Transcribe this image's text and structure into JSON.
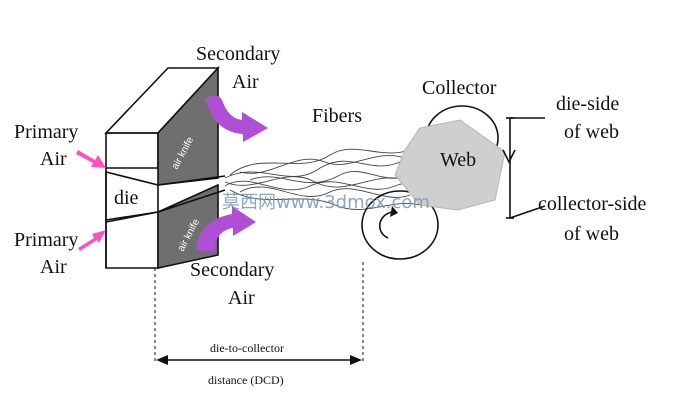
{
  "labels": {
    "secondary_air_top_1": "Secondary",
    "secondary_air_top_2": "Air",
    "primary_air_top_1": "Primary",
    "primary_air_top_2": "Air",
    "primary_air_bottom_1": "Primary",
    "primary_air_bottom_2": "Air",
    "die": "die",
    "air_knife_top": "air knife",
    "air_knife_bottom": "air knife",
    "fibers": "Fibers",
    "collector": "Collector",
    "web": "Web",
    "die_side_1": "die-side",
    "die_side_2": "of web",
    "collector_side_1": "collector-side",
    "collector_side_2": "of web",
    "secondary_air_bottom_1": "Secondary",
    "secondary_air_bottom_2": "Air",
    "dcd_1": "die-to-collector",
    "dcd_2": "distance (DCD)"
  },
  "watermark": "莫西网www.3dmox.com",
  "colors": {
    "primary_air": "#ff4fc4",
    "secondary_air": "#b04fd6",
    "web": "#cfcfcf",
    "line": "#111111"
  }
}
